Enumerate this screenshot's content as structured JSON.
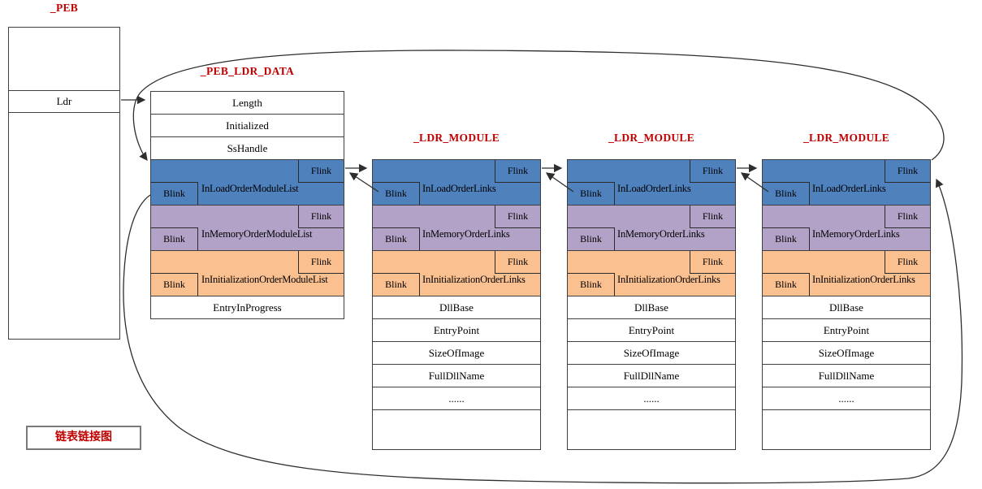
{
  "colors": {
    "accent_blue": "#4F81BD",
    "accent_purple": "#B3A2C7",
    "accent_orange": "#FAC090",
    "title_red": "#C00000"
  },
  "peb": {
    "title": "_PEB",
    "ldr_row": "Ldr"
  },
  "peb_ldr_data": {
    "title": "_PEB_LDR_DATA",
    "rows_top": [
      "Length",
      "Initialized",
      "SsHandle"
    ],
    "list_rows": [
      {
        "label": "InLoadOrderModuleList",
        "flink": "Flink",
        "blink": "Blink"
      },
      {
        "label": "InMemoryOrderModuleList",
        "flink": "Flink",
        "blink": "Blink"
      },
      {
        "label": "InInitializationOrderModuleList",
        "flink": "Flink",
        "blink": "Blink"
      }
    ],
    "rows_bottom": [
      "EntryInProgress"
    ]
  },
  "modules": [
    {
      "title": "_LDR_MODULE",
      "list_rows": [
        {
          "label": "InLoadOrderLinks",
          "flink": "Flink",
          "blink": "Blink"
        },
        {
          "label": "InMemoryOrderLinks",
          "flink": "Flink",
          "blink": "Blink"
        },
        {
          "label": "InInitializationOrderLinks",
          "flink": "Flink",
          "blink": "Blink"
        }
      ],
      "rows": [
        "DllBase",
        "EntryPoint",
        "SizeOfImage",
        "FullDllName",
        "......",
        ""
      ]
    },
    {
      "title": "_LDR_MODULE",
      "list_rows": [
        {
          "label": "InLoadOrderLinks",
          "flink": "Flink",
          "blink": "Blink"
        },
        {
          "label": "InMemoryOrderLinks",
          "flink": "Flink",
          "blink": "Blink"
        },
        {
          "label": "InInitializationOrderLinks",
          "flink": "Flink",
          "blink": "Blink"
        }
      ],
      "rows": [
        "DllBase",
        "EntryPoint",
        "SizeOfImage",
        "FullDllName",
        "......",
        ""
      ]
    },
    {
      "title": "_LDR_MODULE",
      "list_rows": [
        {
          "label": "InLoadOrderLinks",
          "flink": "Flink",
          "blink": "Blink"
        },
        {
          "label": "InMemoryOrderLinks",
          "flink": "Flink",
          "blink": "Blink"
        },
        {
          "label": "InInitializationOrderLinks",
          "flink": "Flink",
          "blink": "Blink"
        }
      ],
      "rows": [
        "DllBase",
        "EntryPoint",
        "SizeOfImage",
        "FullDllName",
        "......",
        ""
      ]
    }
  ],
  "legend": {
    "label": "链表链接图"
  }
}
